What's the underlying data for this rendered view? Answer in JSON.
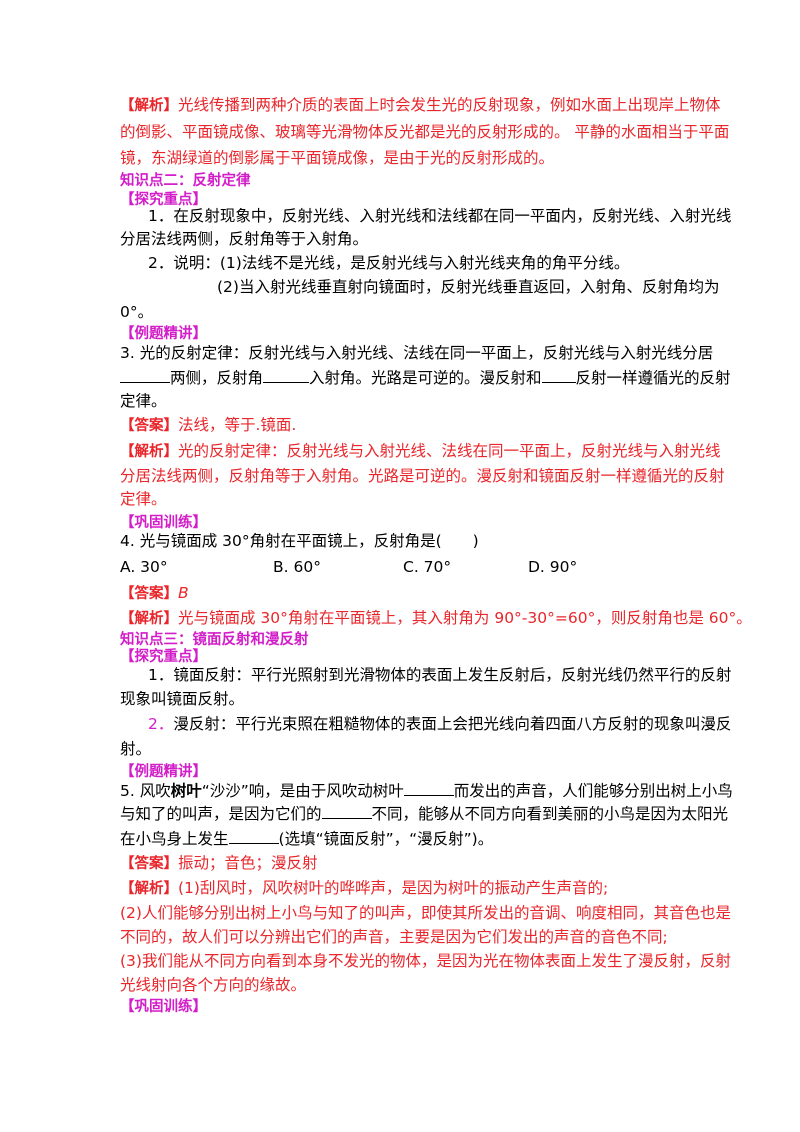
{
  "s1": {
    "l1_tag": "【解析】",
    "l1_text": "光线传播到两种介质的表面上时会发生光的反射现象，例如水面上出现岸上物体",
    "l2": "的倒影、平面镜成像、玻璃等光滑物体反光都是光的反射形成的。 平静的水面相当于平面",
    "l3": "镜，东湖绿道的倒影属于平面镜成像，是由于光的反射形成的。"
  },
  "k2": {
    "title": "知识点二：反射定律",
    "focus": "【探究重点】",
    "p1a": "1．在反射现象中，反射光线、入射光线和法线都在同一平面内，反射光线、入射光线",
    "p1b": "分居法线两侧，反射角等于入射角。",
    "p2": "2．说明：(1)法线不是光线，是反射光线与入射光线夹角的角平分线。",
    "p3a": "(2)当入射光线垂直射向镜面时，反射光线垂直返回，入射角、反射角均为",
    "p3b": "0°。",
    "example_tag": "【例题精讲】",
    "q3a": "3. 光的反射定律：反射光线与入射光线、法线在同一平面上，反射光线与入射光线分居",
    "q3b_1": "两侧，反射角",
    "q3b_2": "入射角。光路是可逆的。漫反射和",
    "q3b_3": "反射一样遵循光的反射",
    "q3c": "定律。",
    "ans_tag": "【答案】",
    "ans3": "法线，等于.镜面.",
    "ana_tag": "【解析】",
    "ana3a": "光的反射定律：反射光线与入射光线、法线在同一平面上，反射光线与入射光线",
    "ana3b": "分居法线两侧，反射角等于入射角。光路是可逆的。漫反射和镜面反射一样遵循光的反射",
    "ana3c": "定律。",
    "practice_tag": "【巩固训练】",
    "q4": "4. 光与镜面成 30°角射在平面镜上，反射角是(　　)",
    "optA": "A.  30°",
    "optB": "B.  60°",
    "optC": "C.  70°",
    "optD": "D.  90°",
    "ans4": "B",
    "ana4": "光与镜面成 30°角射在平面镜上，其入射角为 90°-30°=60°，则反射角也是 60°。"
  },
  "k3": {
    "title": "知识点三：镜面反射和漫反射",
    "focus": "【探究重点】",
    "p1a": "1．镜面反射：平行光照射到光滑物体的表面上发生反射后，反射光线仍然平行的反射",
    "p1b": "现象叫镜面反射。",
    "p2num": "2．",
    "p2a": "漫反射：平行光束照在粗糙物体的表面上会把光线向着四面八方反射的现象叫漫反",
    "p2b": "射。",
    "example_tag": "【例题精讲】",
    "q5a_1": "5. 风吹",
    "q5a_bold": "树叶",
    "q5a_2": "“沙沙”响，是由于风吹动树叶",
    "q5a_3": "而发出的声音，人们能够分别出树上小鸟",
    "q5b_1": "与知了的叫声，是因为它们的",
    "q5b_2": "不同，能够从不同方向看到美丽的小鸟是因为太阳光",
    "q5c_1": "在小鸟身上发生",
    "q5c_2": "(选填“镜面反射”，“漫反射”)。",
    "ans5": "振动；音色；漫反射",
    "ana5a": "(1)刮风时，风吹树叶的哗哗声，是因为树叶的振动产生声音的;",
    "ana5b": "(2)人们能够分别出树上小鸟与知了的叫声，即使其所发出的音调、响度相同，其音色也是",
    "ana5c": "不同的，故人们可以分辨出它们的声音，主要是因为它们发出的声音的音色不同;",
    "ana5d": "(3)我们能从不同方向看到本身不发光的物体，是因为光在物体表面上发生了漫反射，反射",
    "ana5e": "光线射向各个方向的缘故。",
    "practice_tag": "【巩固训练】"
  },
  "colors": {
    "red": "#e8262b",
    "magenta": "#d21dc9",
    "black": "#000000"
  }
}
